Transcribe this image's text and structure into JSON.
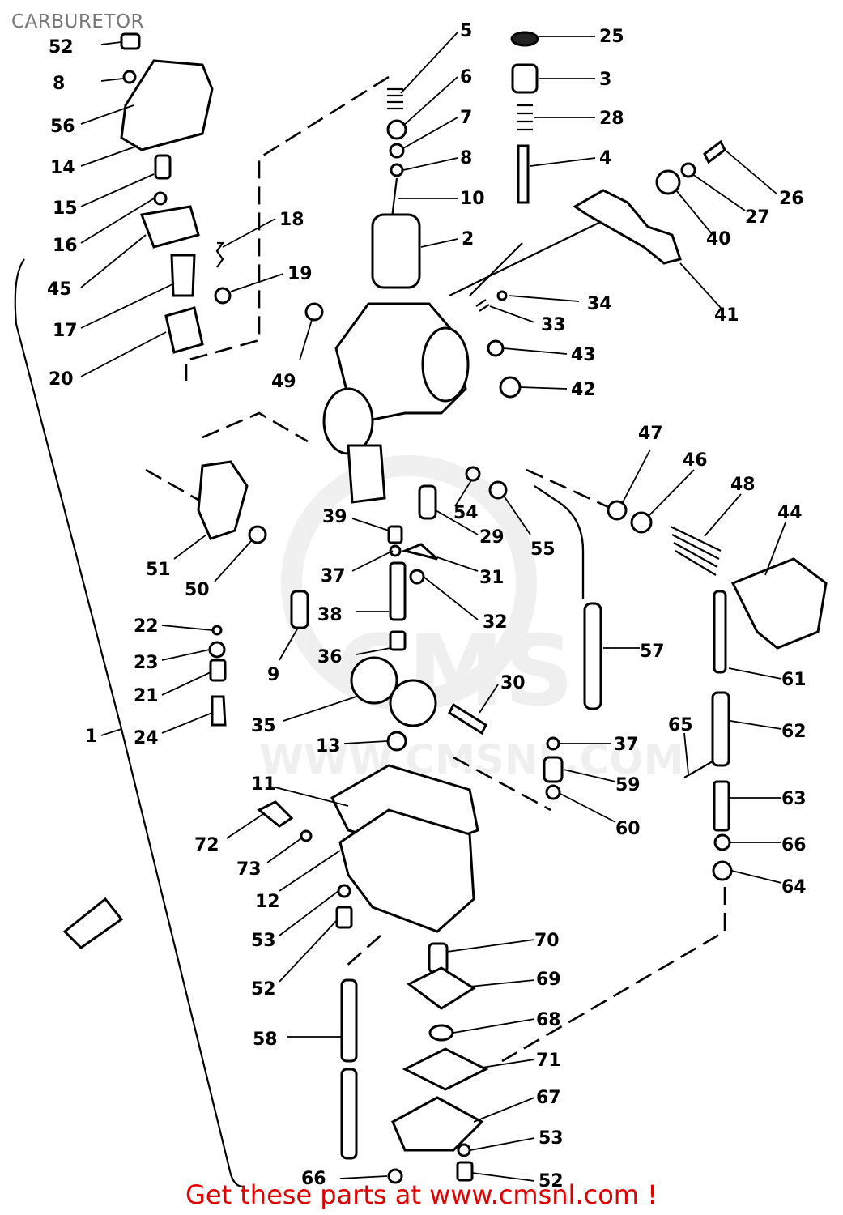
{
  "title": "CARBURETOR",
  "footer": "Get these parts at www.cmsnl.com !",
  "watermark": {
    "brand": "CMS",
    "url": "WWW.CMSNL.COM"
  },
  "colors": {
    "title": "#777777",
    "footer": "#e00000",
    "line": "#000000",
    "watermark": "#eeeeee"
  },
  "callouts": [
    "52",
    "8",
    "56",
    "14",
    "15",
    "16",
    "45",
    "17",
    "20",
    "18",
    "19",
    "49",
    "5",
    "6",
    "7",
    "8",
    "10",
    "2",
    "25",
    "3",
    "28",
    "4",
    "26",
    "27",
    "40",
    "41",
    "34",
    "33",
    "43",
    "42",
    "39",
    "37",
    "38",
    "36",
    "9",
    "22",
    "23",
    "21",
    "24",
    "1",
    "51",
    "50",
    "54",
    "29",
    "31",
    "32",
    "55",
    "30",
    "35",
    "13",
    "47",
    "46",
    "48",
    "44",
    "57",
    "61",
    "62",
    "65",
    "37",
    "59",
    "60",
    "63",
    "66",
    "64",
    "11",
    "72",
    "73",
    "12",
    "53",
    "52",
    "70",
    "69",
    "68",
    "71",
    "67",
    "58",
    "53",
    "52",
    "66"
  ],
  "fwd_icon": "front-arrow-icon"
}
